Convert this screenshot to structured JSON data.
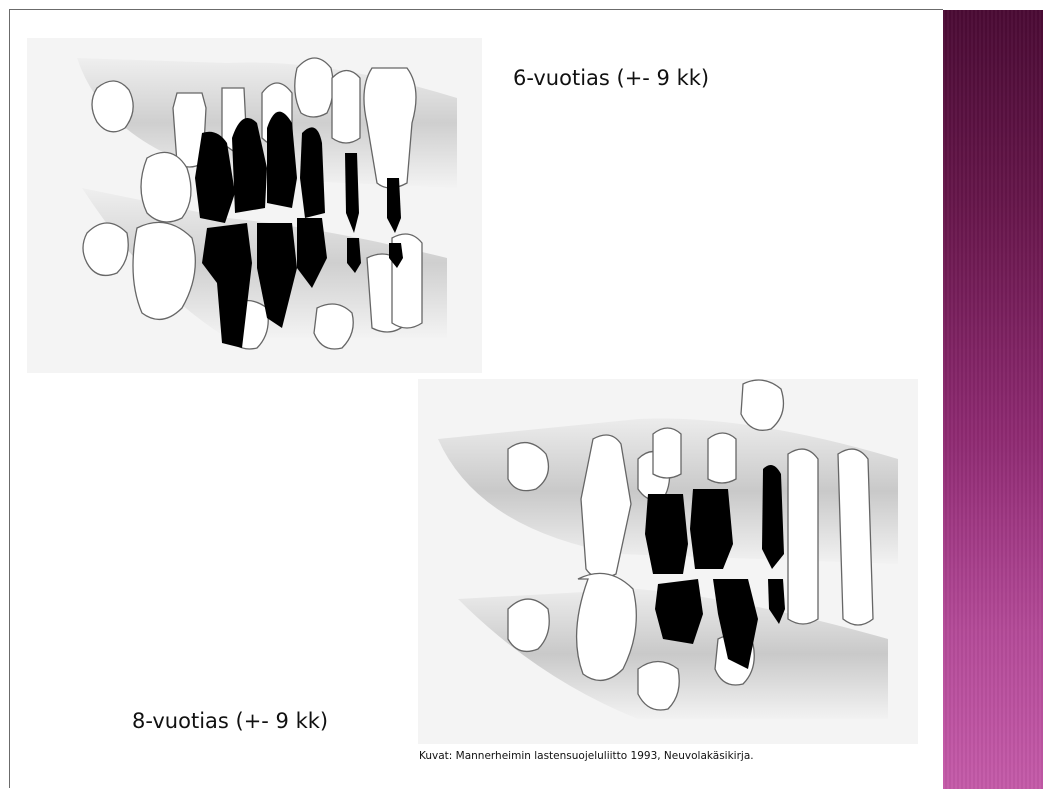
{
  "slide": {
    "caption_top": "6-vuotias (+- 9 kk)",
    "caption_bottom": "8-vuotias (+- 9 kk)",
    "credit": "Kuvat: Mannerheimin lastensuojeluliitto 1993, Neuvolakäsikirja.",
    "illustration_top_icon": "dental-diagram-6y",
    "illustration_bottom_icon": "dental-diagram-8y"
  },
  "colors": {
    "background": "#ffffff",
    "side_band_dark": "#4a0a34",
    "side_band_light": "#c45aa8",
    "tooth_fill": "#ffffff",
    "developing_tooth_fill": "#000000",
    "bone_shade": "#bdbdbd"
  }
}
